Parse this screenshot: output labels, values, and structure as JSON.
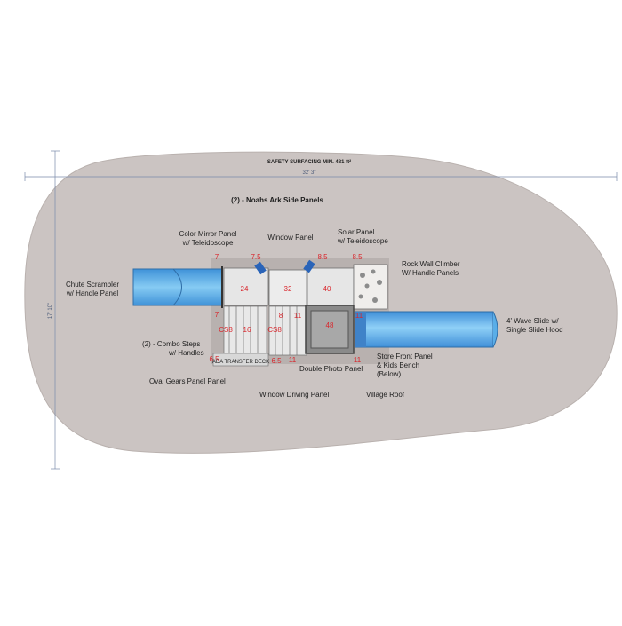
{
  "diagram": {
    "surfacing_label": "SAFETY SURFACING MIN. 481 ft²",
    "width_dim": "32' 3\"",
    "height_dim": "17' 10\"",
    "labels": {
      "noahs_ark": "(2) - Noahs Ark Side Panels",
      "color_mirror_1": "Color Mirror Panel",
      "color_mirror_2": "w/ Teleidoscope",
      "window_panel": "Window Panel",
      "solar_1": "Solar Panel",
      "solar_2": "w/ Teleidoscope",
      "rock_wall_1": "Rock Wall Climber",
      "rock_wall_2": "W/ Handle Panels",
      "chute_1": "Chute Scrambler",
      "chute_2": "w/ Handle Panel",
      "wave_1": "4' Wave Slide w/",
      "wave_2": "Single Slide Hood",
      "combo_1": "(2) - Combo Steps",
      "combo_2": "w/ Handles",
      "oval_gears": "Oval Gears Panel Panel",
      "double_photo": "Double Photo Panel",
      "store_1": "Store Front Panel",
      "store_2": "& Kids Bench",
      "store_3": "(Below)",
      "window_driving": "Window Driving Panel",
      "village_roof": "Village Roof",
      "ada_deck": "ADA TRANSFER DECK"
    },
    "heights": {
      "h24": "24",
      "h32": "32",
      "h40": "40",
      "h16": "16",
      "h48": "48",
      "h8": "8",
      "h11a": "11",
      "h11b": "11",
      "h11c": "11",
      "h11d": "11",
      "h7a": "7",
      "h7b": "7",
      "h75": "7.5",
      "h85a": "8.5",
      "h85b": "8.5",
      "h65a": "6.5",
      "h65b": "6.5",
      "cs8a": "CS8",
      "cs8b": "CS8"
    },
    "colors": {
      "surface": "#cbc4c2",
      "slide": "#5aaee8",
      "deck": "#e4e4e4",
      "height_text": "#d9262c",
      "dimension_line": "#7a8aaa"
    }
  }
}
